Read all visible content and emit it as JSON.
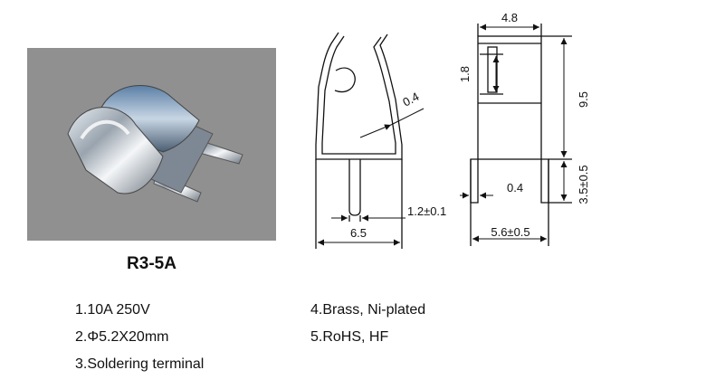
{
  "model": "R3-5A",
  "front_view": {
    "dim_width": "6.5",
    "dim_pin": "1.2±0.1",
    "dim_thickness": "0.4"
  },
  "side_view": {
    "dim_top_width": "4.8",
    "dim_slot": "1.8",
    "dim_height": "9.5",
    "dim_pin_length": "3.5±0.5",
    "dim_pin_thickness": "0.4",
    "dim_base_width": "5.6±0.5"
  },
  "specs": [
    "1.10A 250V",
    "2.Φ5.2X20mm",
    "3.Soldering terminal",
    "4.Brass, Ni-plated",
    "5.RoHS, HF"
  ]
}
